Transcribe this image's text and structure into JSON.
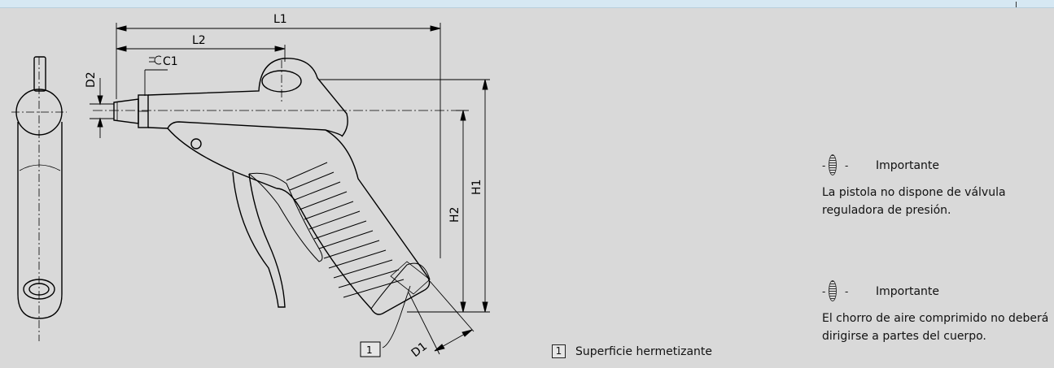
{
  "dimensions": {
    "L1": "L1",
    "L2": "L2",
    "D1": "D1",
    "D2": "D2",
    "H1": "H1",
    "H2": "H2",
    "C1": "C1"
  },
  "callout": {
    "number": "1",
    "label": "Superficie hermetizante"
  },
  "notes": [
    {
      "title": "Importante",
      "text": "La pistola no dispone de válvula reguladora de presión."
    },
    {
      "title": "Importante",
      "text": "El chorro de aire comprimido no deberá dirigirse a partes del cuerpo."
    }
  ],
  "colors": {
    "background": "#d9d9d9",
    "topbar": "#d6e8f3",
    "line": "#000000"
  }
}
